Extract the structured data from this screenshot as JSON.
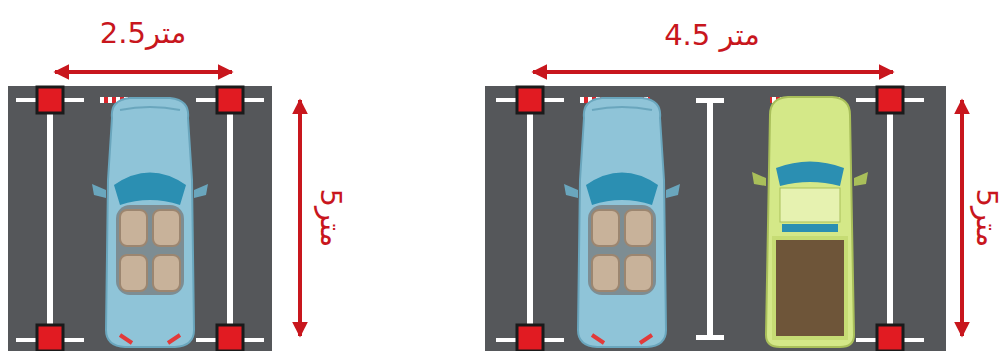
{
  "diagram": {
    "labels": [
      "متر2.5",
      "متر5",
      "متر 4.5",
      "متر5"
    ]
  }
}
